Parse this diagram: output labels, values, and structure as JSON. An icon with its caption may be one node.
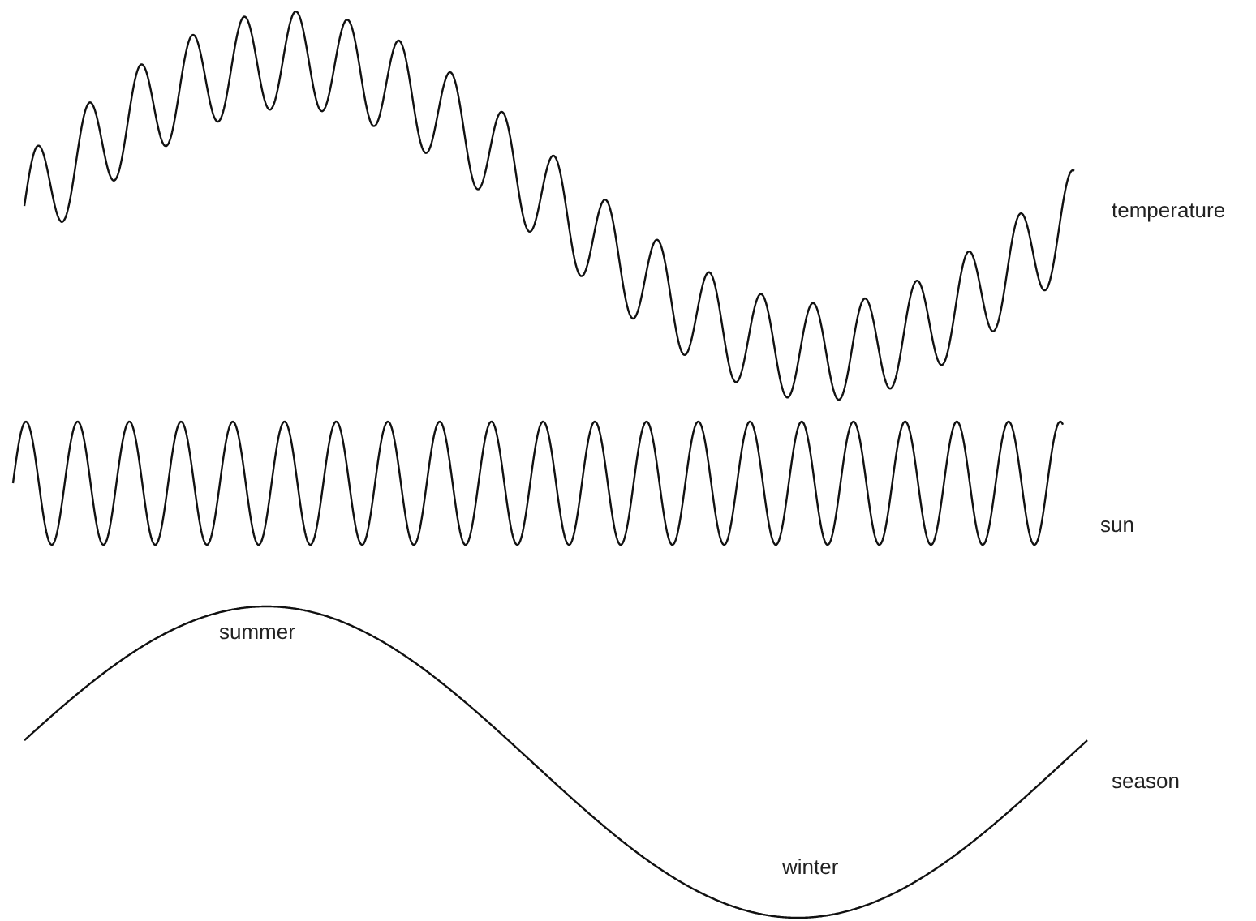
{
  "diagram": {
    "labels": [
      "temperature",
      "sun",
      "summer",
      "season",
      "winter"
    ]
  }
}
